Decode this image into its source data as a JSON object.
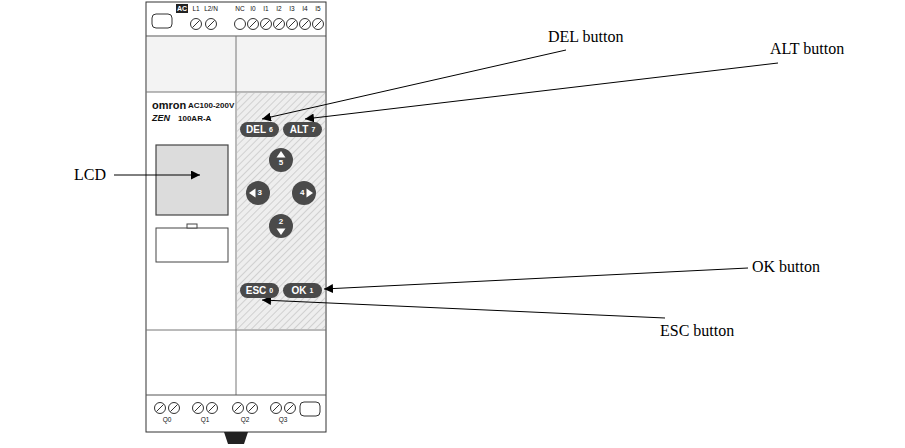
{
  "diagram": {
    "nodes": [
      {
        "text": [
          "AC",
          "L1",
          "L2/N",
          "NC",
          "I0",
          "I1",
          "I2",
          "I3",
          "I4",
          "I5",
          "omron",
          "AC100-200V",
          "ZEN",
          "100AR-A",
          "Q0",
          "Q1",
          "Q2",
          "Q3"
        ]
      },
      {
        "text": [
          "DEL",
          "6"
        ],
        "in": 0
      },
      {
        "text": [
          "ALT",
          "7"
        ],
        "in": 0
      },
      {
        "text": [
          "5"
        ],
        "in": 0
      },
      {
        "text": [
          "3"
        ],
        "in": 0
      },
      {
        "text": [
          "4"
        ],
        "in": 0
      },
      {
        "text": [
          "2"
        ],
        "in": 0
      },
      {
        "text": [
          "ESC",
          "0"
        ],
        "in": 0
      },
      {
        "text": [
          "OK",
          "1"
        ],
        "in": 0
      }
    ],
    "labels": [
      "DEL button",
      "ALT button",
      "LCD",
      "OK button",
      "ESC button"
    ]
  }
}
